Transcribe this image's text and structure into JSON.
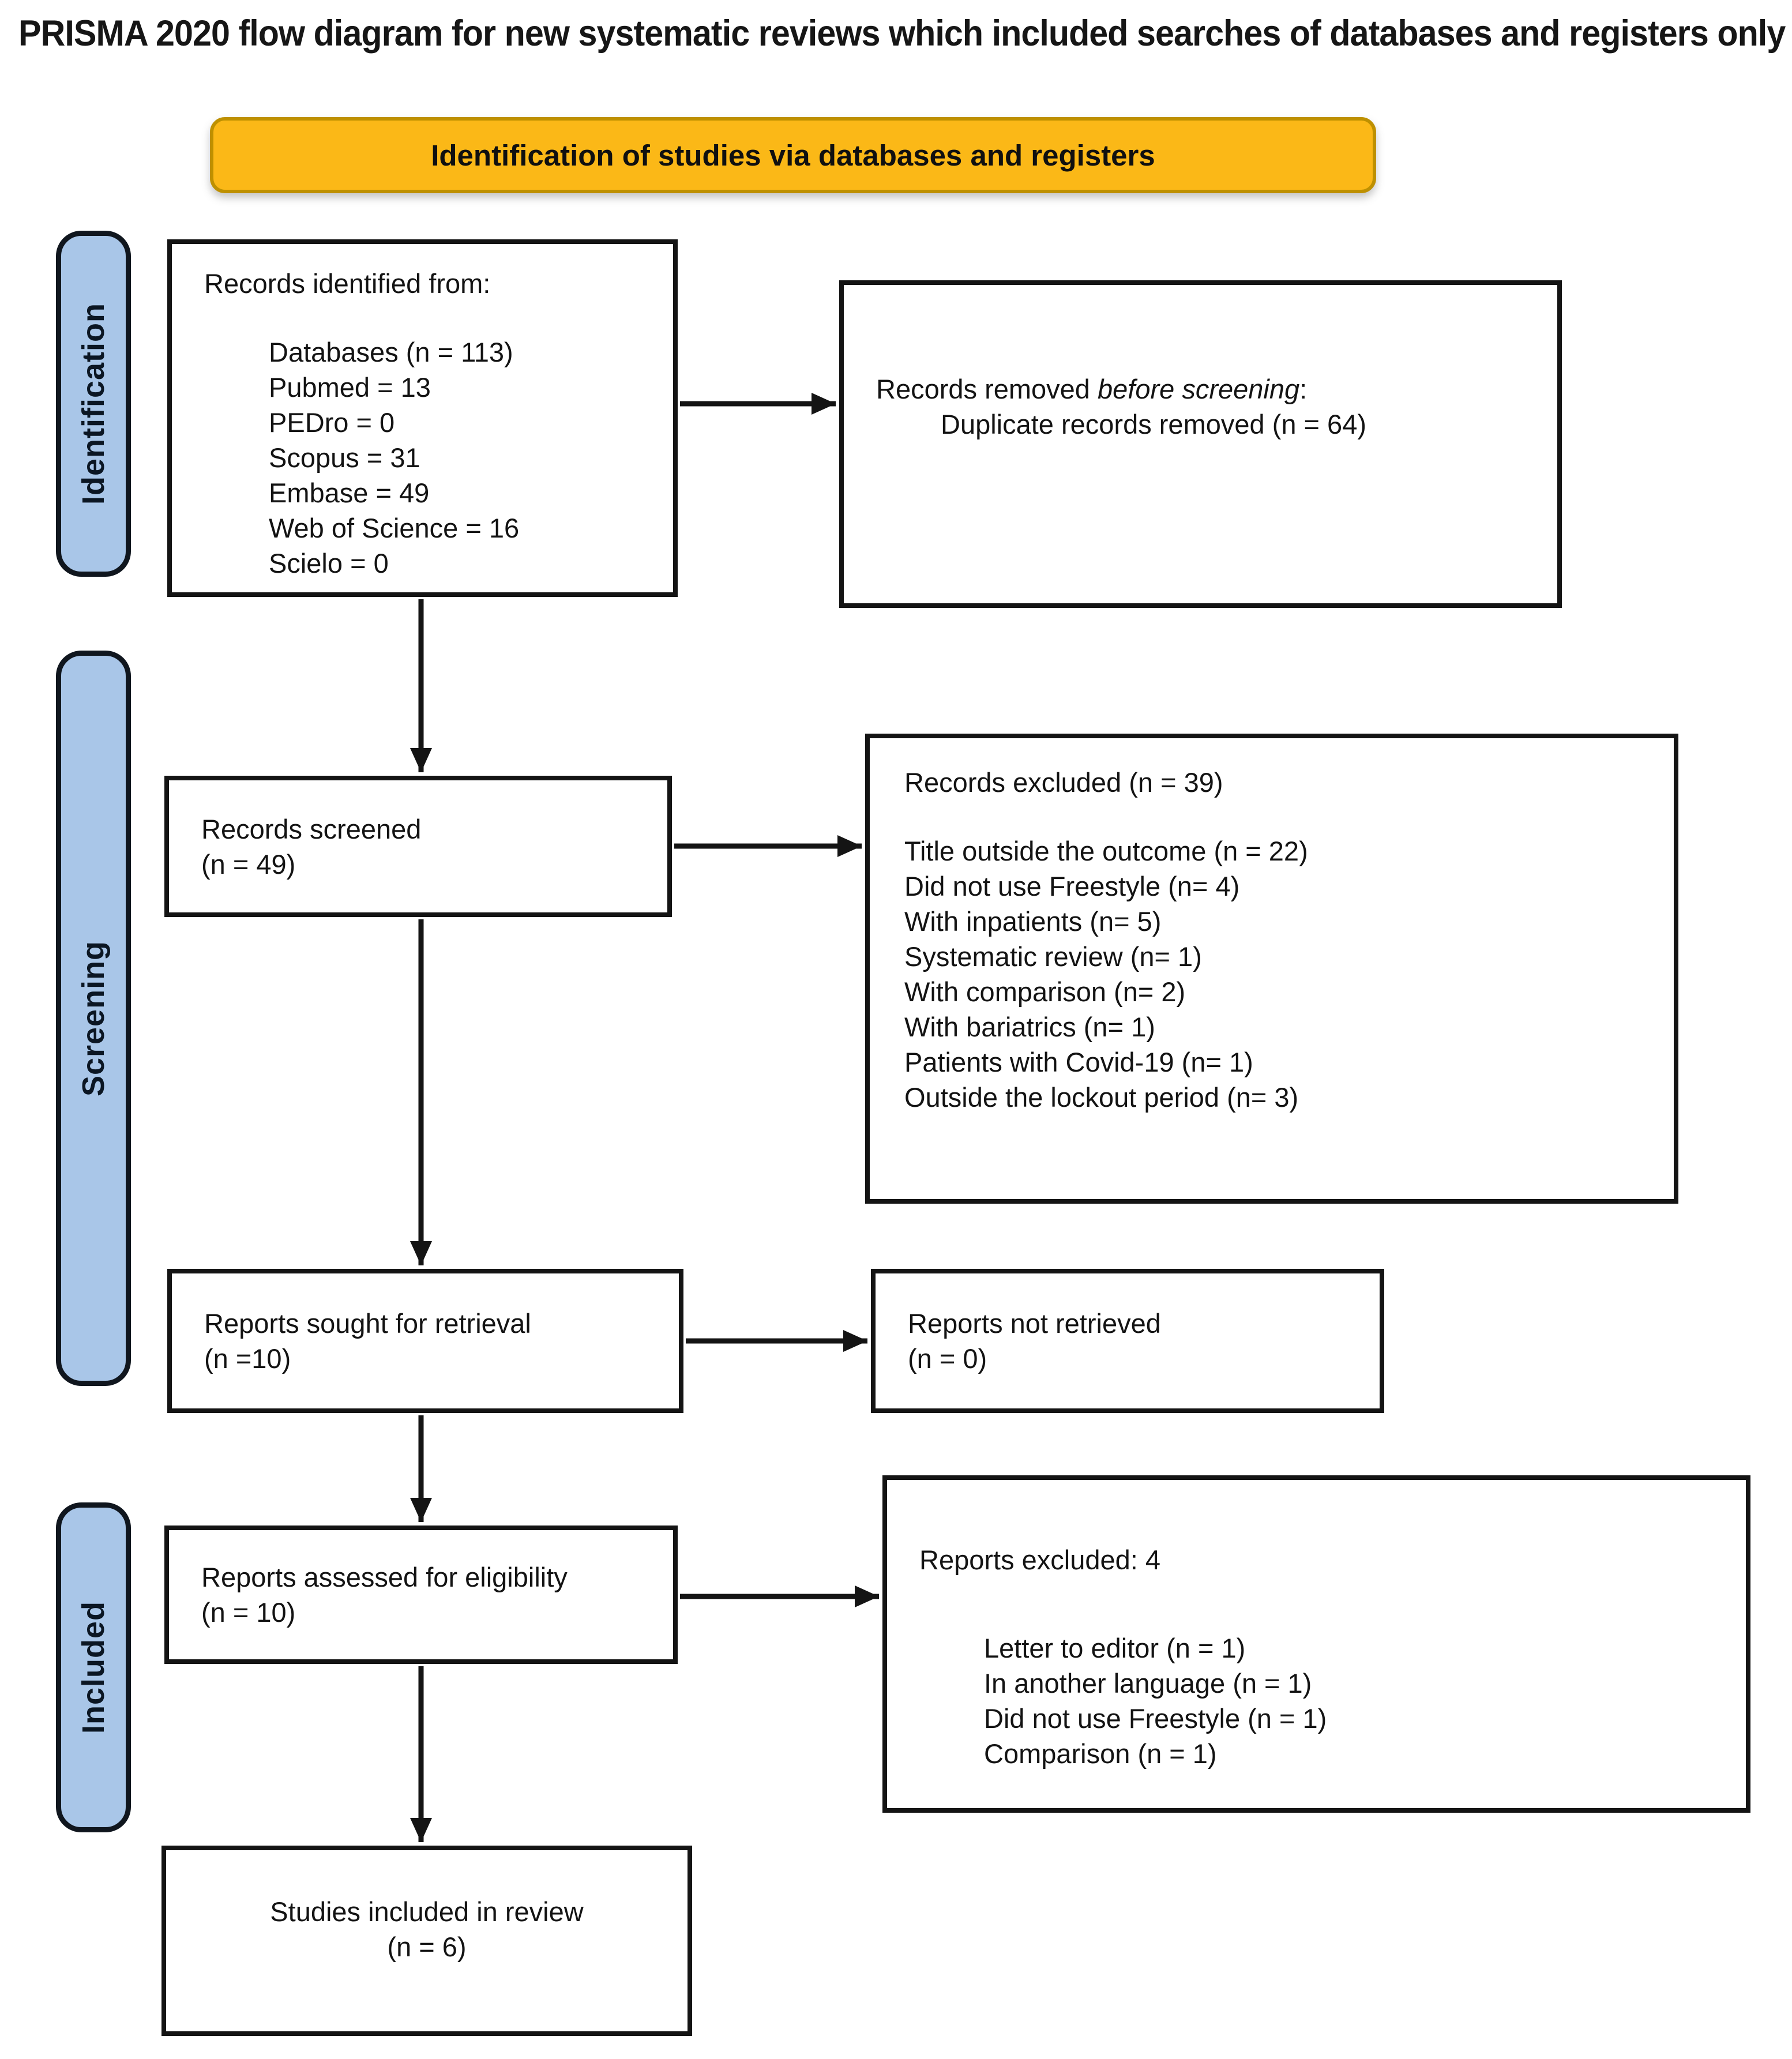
{
  "title": "PRISMA 2020 flow diagram for new systematic reviews which included searches of databases and registers only",
  "banner": {
    "label": "Identification of studies via databases and registers"
  },
  "stages": {
    "identification": "Identification",
    "screening": "Screening",
    "included": "Included"
  },
  "boxes": {
    "records_identified": {
      "heading": "Records identified from:",
      "items": [
        "Databases (n = 113)",
        "Pubmed = 13",
        "PEDro = 0",
        "Scopus = 31",
        "Embase = 49",
        "Web of Science = 16",
        "Scielo = 0"
      ]
    },
    "records_removed": {
      "line1_prefix": "Records removed ",
      "line1_italic": "before screening",
      "line1_suffix": ":",
      "line2": "Duplicate records removed (n = 64)"
    },
    "records_screened": {
      "line1": "Records screened",
      "line2": "(n = 49)"
    },
    "records_excluded": {
      "heading": "Records excluded (n = 39)",
      "items": [
        "Title outside the outcome (n = 22)",
        "Did not use Freestyle (n= 4)",
        "With inpatients (n= 5)",
        "Systematic review (n= 1)",
        "With comparison (n= 2)",
        "With bariatrics (n= 1)",
        "Patients with Covid-19 (n= 1)",
        "Outside the lockout period (n= 3)"
      ]
    },
    "reports_sought": {
      "line1": "Reports sought for retrieval",
      "line2": "(n =10)"
    },
    "reports_not_retrieved": {
      "line1": "Reports not retrieved",
      "line2": "(n = 0)"
    },
    "reports_assessed": {
      "line1": "Reports assessed for eligibility",
      "line2": "(n = 10)"
    },
    "reports_excluded": {
      "heading": "Reports excluded: 4",
      "items": [
        "Letter to editor (n = 1)",
        "In another language (n = 1)",
        "Did not use Freestyle (n = 1)",
        "Comparison (n = 1)"
      ]
    },
    "studies_included": {
      "line1": "Studies included in review",
      "line2": "(n = 6)"
    }
  },
  "colors": {
    "banner_bg": "#FBB817",
    "banner_border": "#BE9000",
    "stage_bg": "#A9C6E8",
    "stage_border": "#10161E",
    "box_border": "#141414",
    "arrow": "#141414"
  }
}
